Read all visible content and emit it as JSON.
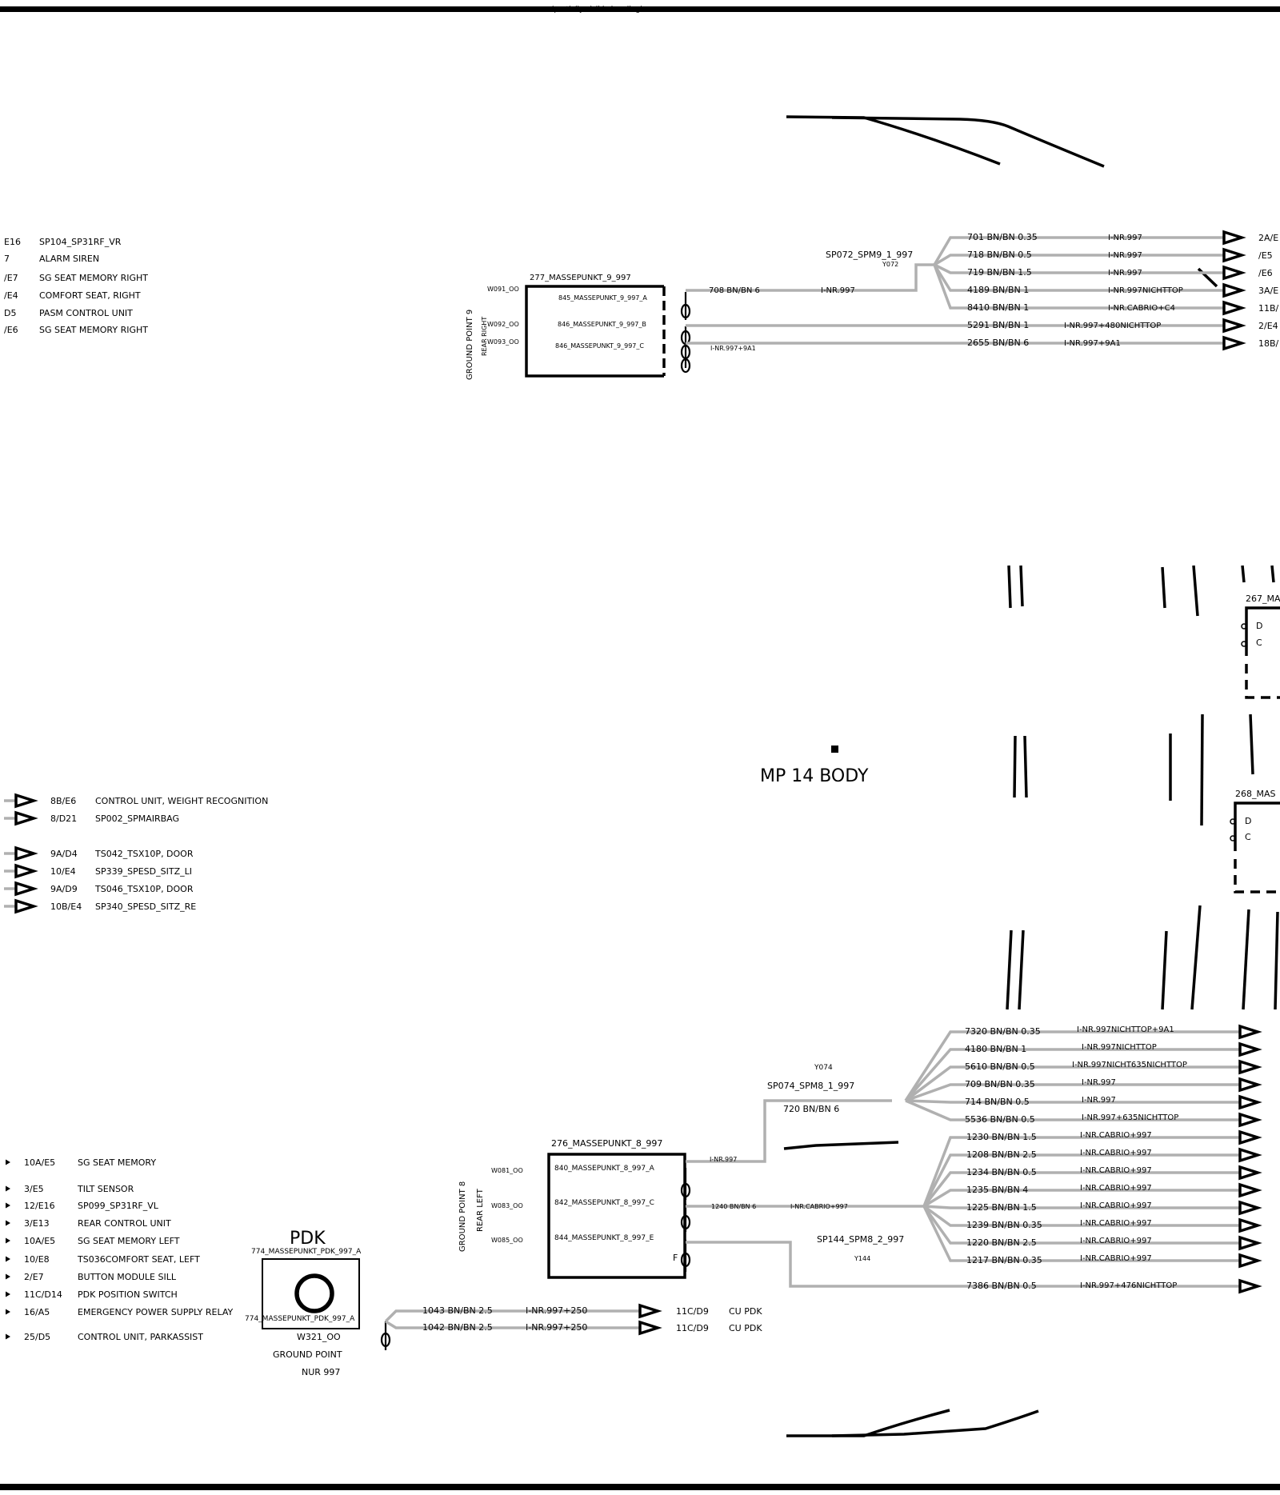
{
  "top_sheet_fragment": "…(partially visible heading)…",
  "mp_title": "MP 14   BODY",
  "left_top_refs": [
    {
      "ref": "E16",
      "label": "SP104_SP31RF_VR"
    },
    {
      "ref": "7",
      "label": "ALARM SIREN"
    },
    {
      "ref": "/E7",
      "label": "SG SEAT  MEMORY  RIGHT"
    },
    {
      "ref": "/E4",
      "label": "COMFORT SEAT, RIGHT"
    },
    {
      "ref": "D5",
      "label": "PASM CONTROL UNIT"
    },
    {
      "ref": "/E6",
      "label": "SG   SEAT    MEMORY    RIGHT"
    }
  ],
  "left_mid_refs": [
    {
      "ref": "8B/E6",
      "label": "CONTROL  UNIT,  WEIGHT  RECOGNITION"
    },
    {
      "ref": "8/D21",
      "label": "SP002_SPMAIRBAG"
    },
    {
      "ref": "9A/D4",
      "label": "TS042_TSX10P, DOOR"
    },
    {
      "ref": "10/E4",
      "label": "SP339_SPESD_SITZ_LI"
    },
    {
      "ref": "9A/D9",
      "label": "TS046_TSX10P, DOOR"
    },
    {
      "ref": "10B/E4",
      "label": "SP340_SPESD_SITZ_RE"
    }
  ],
  "left_bottom_refs": [
    {
      "ref": "10A/E5",
      "label": "SG SEAT  MEMORY"
    },
    {
      "ref": "3/E5",
      "label": "TILT SENSOR"
    },
    {
      "ref": "12/E16",
      "label": "SP099_SP31RF_VL"
    },
    {
      "ref": "3/E13",
      "label": "REAR CONTROL UNIT"
    },
    {
      "ref": "10A/E5",
      "label": "SG SEAT  MEMORY  LEFT"
    },
    {
      "ref": "10/E8",
      "label": "TS036COMFORT SEAT, LEFT"
    },
    {
      "ref": "2/E7",
      "label": "BUTTON MODULE SILL"
    },
    {
      "ref": "11C/D14",
      "label": "PDK    POSITION SWITCH"
    },
    {
      "ref": "16/A5",
      "label": "EMERGENCY POWER SUPPLY RELAY"
    },
    {
      "ref": "25/D5",
      "label": "CONTROL UNIT, PARKASSIST"
    }
  ],
  "gp9": {
    "side_label": "GROUND POINT 9",
    "side_sub": "REAR RIGHT",
    "box_title": "277_MASSEPUNKT_9_997",
    "pins": [
      "845_MASSEPUNKT_9_997_A",
      "846_MASSEPUNKT_9_997_B",
      "846_MASSEPUNKT_9_997_C"
    ],
    "connectors": [
      "W091_OO",
      "W092_OO",
      "W093_OO"
    ],
    "feed_wire": "708 BN/BN 6",
    "feed_inr": "I-NR.997",
    "small_inr": "I-NR.997+9A1",
    "splice": "SP072_SPM9_1_997",
    "splice_code": "Y072",
    "wires": [
      {
        "wire": "701 BN/BN 0.35",
        "inr": "I-NR.997",
        "ref": "2A/E"
      },
      {
        "wire": "718 BN/BN 0.5",
        "inr": "I-NR.997",
        "ref": "/E5"
      },
      {
        "wire": "719 BN/BN 1.5",
        "inr": "I-NR.997",
        "ref": "/E6"
      },
      {
        "wire": "4189 BN/BN 1",
        "inr": "I-NR.997NICHTTOP",
        "ref": "3A/E"
      },
      {
        "wire": "8410 BN/BN 1",
        "inr": "I-NR.CABRIO+C4",
        "ref": "11B/"
      },
      {
        "wire": "5291 BN/BN 1",
        "inr": "I-NR.997+480NICHTTOP",
        "ref": "2/E4"
      },
      {
        "wire": "2655 BN/BN 6",
        "inr": "I-NR.997+9A1",
        "ref": "18B/"
      }
    ]
  },
  "right_boxes": [
    {
      "title": "267_MA",
      "pins": [
        "D",
        "C"
      ]
    },
    {
      "title": "268_MAS",
      "pins": [
        "D",
        "C"
      ]
    }
  ],
  "gp8": {
    "side_label": "GROUND POINT 8",
    "side_sub": "REAR LEFT",
    "box_title": "276_MASSEPUNKT_8_997",
    "pins": [
      "840_MASSEPUNKT_8_997_A",
      "842_MASSEPUNKT_8_997_C",
      "844_MASSEPUNKT_8_997_E"
    ],
    "connectors": [
      "W081_OO",
      "W083_OO",
      "W085_OO"
    ],
    "pin_f": "F",
    "inr_a": "I-NR.997",
    "wire_c": "1240 BN/BN 6",
    "inr_c": "I-NR.CABRIO+997",
    "splice1": "SP074_SPM8_1_997",
    "splice1_code": "Y074",
    "splice1_wire": "720 BN/BN 6",
    "splice2": "SP144_SPM8_2_997",
    "splice2_code": "Y144",
    "wires_top": [
      {
        "wire": "7320 BN/BN 0.35",
        "inr": "I-NR.997NICHTTOP+9A1"
      },
      {
        "wire": "4180 BN/BN 1",
        "inr": "I-NR.997NICHTTOP"
      },
      {
        "wire": "5610 BN/BN 0.5",
        "inr": "I-NR.997NICHT635NICHTTOP"
      },
      {
        "wire": "709 BN/BN 0.35",
        "inr": "I-NR.997"
      },
      {
        "wire": "714 BN/BN 0.5",
        "inr": "I-NR.997"
      },
      {
        "wire": "5536 BN/BN 0.5",
        "inr": "I-NR.997+635NICHTTOP"
      }
    ],
    "wires_bottom": [
      {
        "wire": "1230 BN/BN 1.5",
        "inr": "I-NR.CABRIO+997"
      },
      {
        "wire": "1208 BN/BN 2.5",
        "inr": "I-NR.CABRIO+997"
      },
      {
        "wire": "1234 BN/BN 0.5",
        "inr": "I-NR.CABRIO+997"
      },
      {
        "wire": "1235 BN/BN 4",
        "inr": "I-NR.CABRIO+997"
      },
      {
        "wire": "1225 BN/BN 1.5",
        "inr": "I-NR.CABRIO+997"
      },
      {
        "wire": "1239 BN/BN 0.35",
        "inr": "I-NR.CABRIO+997"
      },
      {
        "wire": "1220 BN/BN 2.5",
        "inr": "I-NR.CABRIO+997"
      },
      {
        "wire": "1217 BN/BN 0.35",
        "inr": "I-NR.CABRIO+997"
      }
    ],
    "wire_last": {
      "wire": "7386 BN/BN 0.5",
      "inr": "I-NR.997+476NICHTTOP"
    }
  },
  "pdk": {
    "title": "PDK",
    "box_label_top": "774_MASSEPUNKT_PDK_997_A",
    "box_label_in": "774_MASSEPUNKT_PDK_997_A",
    "connector": "W321_OO",
    "ground_label": "GROUND POINT",
    "nur_label": "NUR 997",
    "wires": [
      {
        "wire": "1043 BN/BN 2.5",
        "inr": "I-NR.997+250",
        "ref": "11C/D9",
        "label": "CU PDK"
      },
      {
        "wire": "1042 BN/BN 2.5",
        "inr": "I-NR.997+250",
        "ref": "11C/D9",
        "label": "CU PDK"
      }
    ]
  }
}
